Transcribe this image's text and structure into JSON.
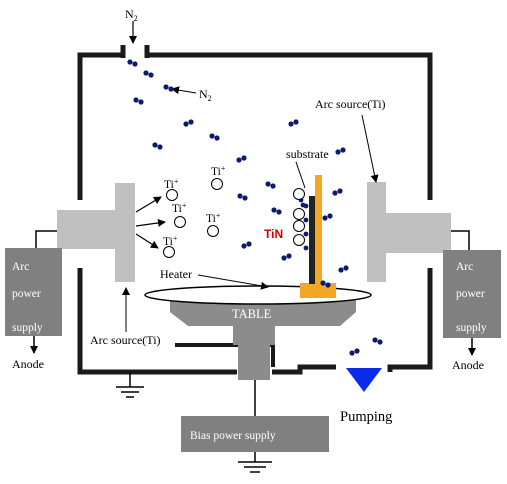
{
  "labels": {
    "n2_inlet": "N",
    "n2_inlet_sub": "2",
    "n2_molecule": "N",
    "n2_molecule_sub": "2",
    "arc_source_right": "Arc source(Ti)",
    "arc_source_left": "Arc source(Ti)",
    "substrate": "substrate",
    "tin": "TiN",
    "heater": "Heater",
    "table": "TABLE",
    "pumping": "Pumping",
    "anode_left": "Anode",
    "anode_right": "Anode",
    "ion_base": "Ti",
    "ion_charge": "+"
  },
  "arc_power_supply_left": {
    "line1": "Arc",
    "line2": "power",
    "line3": "supply"
  },
  "arc_power_supply_right": {
    "line1": "Arc",
    "line2": "power",
    "line3": "supply"
  },
  "bias_power_supply": "Bias power supply",
  "colors": {
    "wall": "#1a1a1a",
    "box_gray": "#808080",
    "source_gray": "#c0c0c0",
    "table_gray": "#8c8c8c",
    "substrate_holder": "#f5a623",
    "molecule": "#0d1b6e",
    "pump_triangle": "#0a2be8",
    "tin_text": "#cc0000"
  }
}
